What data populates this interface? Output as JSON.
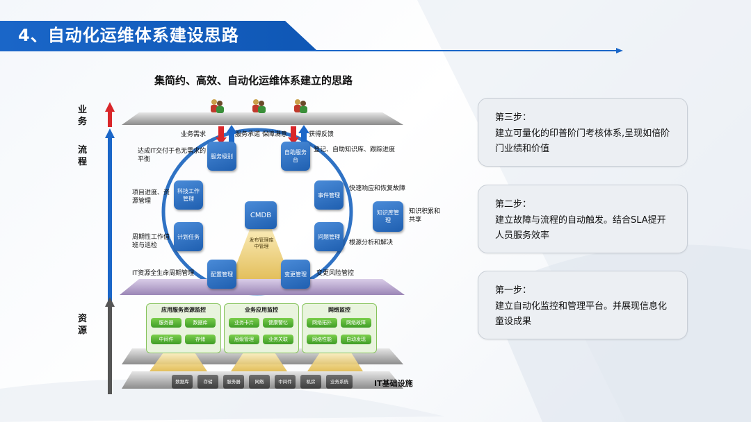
{
  "header": {
    "title": "4、自动化运维体系建设思路"
  },
  "diagram": {
    "title": "集简约、高效、自动化运维体系建立的思路",
    "axis_labels": {
      "business": "业务",
      "process": "流程",
      "resource": "资源"
    },
    "top_labels": {
      "biz_demand": "业务需求",
      "service_commit": "服务承诺 保障满意",
      "feedback": "获得反馈"
    },
    "nodes": {
      "sla": "服务级别",
      "self_service": "自助服务台",
      "event": "事件管理",
      "problem": "问题管理",
      "change": "变更管理",
      "config": "配置管理",
      "plan": "计划任务",
      "tech_work": "科技工作管理",
      "cmdb": "CMDB",
      "release": "发布管理库中管理",
      "knowledge": "知识库管理"
    },
    "annotations": {
      "it_balance": "达成IT交付于也无需求的平衡",
      "register": "登记、自助知识库、跟踪进度",
      "project": "项目进度、资源管理",
      "restore": "快速响应和恢复故障",
      "knowledge": "知识积累和共享",
      "cycle_work": "周期性工作值班与巡检",
      "root_cause": "根源分析和解决",
      "lifecycle": "IT资源全生命周期管理",
      "risk": "变更风险管控"
    },
    "monitor_groups": [
      {
        "title": "应用服务资源监控",
        "items": [
          "服务器",
          "数据库",
          "中间件",
          "存储"
        ]
      },
      {
        "title": "业务应用监控",
        "items": [
          "业务卡片",
          "健康警忆",
          "层级管理",
          "业务关联"
        ]
      },
      {
        "title": "网络监控",
        "items": [
          "网络拓扑",
          "网络故障",
          "网络性能",
          "自动发现"
        ]
      }
    ],
    "infra_items": [
      "数据库",
      "存储",
      "服务器",
      "网络",
      "中间件",
      "机房",
      "业务系统"
    ],
    "infra_label": "IT基础设施"
  },
  "steps": [
    {
      "title": "第三步：",
      "text": "建立可量化的印普阶门考核体系,呈现如倍阶门业绩和价值"
    },
    {
      "title": "第二步：",
      "text": "建立故障与流程的自动触发。结合SLA提开人员服务效率"
    },
    {
      "title": "第一步：",
      "text": "建立自动化监控和管理平台。并展现信息化童设成果"
    }
  ],
  "colors": {
    "accent": "#1a66c8",
    "node": "#2f72c4",
    "monitor_green": "#4fae33",
    "monitor_bg": "#e9f4de",
    "arrow_red": "#d9262a"
  }
}
